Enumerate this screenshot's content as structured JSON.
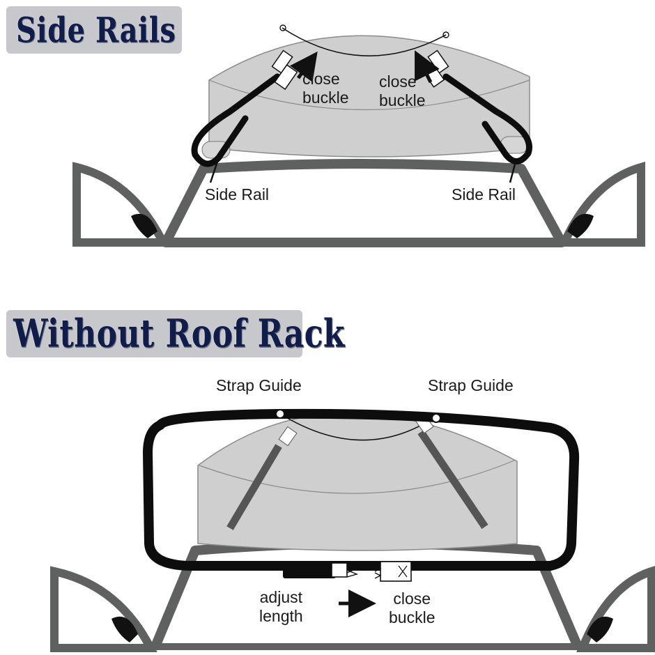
{
  "section_side_rails": {
    "heading": "Side Rails",
    "close_buckle_left": [
      "close",
      "buckle"
    ],
    "close_buckle_right": [
      "close",
      "buckle"
    ],
    "side_rail_left": "Side Rail",
    "side_rail_right": "Side Rail"
  },
  "section_no_rack": {
    "heading": "Without Roof Rack",
    "strap_guide_left": "Strap Guide",
    "strap_guide_right": "Strap Guide",
    "adjust_length": [
      "adjust",
      "length"
    ],
    "close_buckle": [
      "close",
      "buckle"
    ]
  },
  "colors": {
    "heading_bg": "#c6c8cb",
    "heading_text": "#101c4a",
    "bag_fill": "#cfcfcf",
    "car_body": "#5e615f",
    "strap": "#0d0d0d"
  }
}
